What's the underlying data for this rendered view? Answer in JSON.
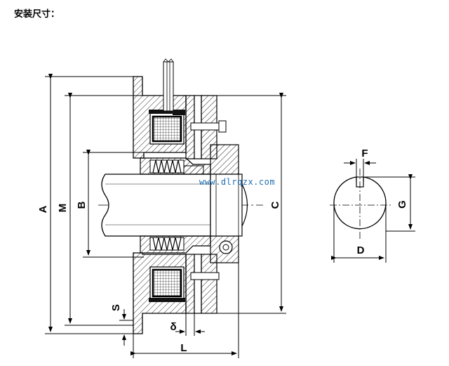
{
  "heading": "安装尺寸：",
  "labels": {
    "A": "A",
    "M": "M",
    "B": "B",
    "C": "C",
    "S": "S",
    "delta": "δ",
    "L": "L",
    "F": "F",
    "G": "G",
    "D": "D"
  },
  "watermark": "www.dlrqzx.com"
}
